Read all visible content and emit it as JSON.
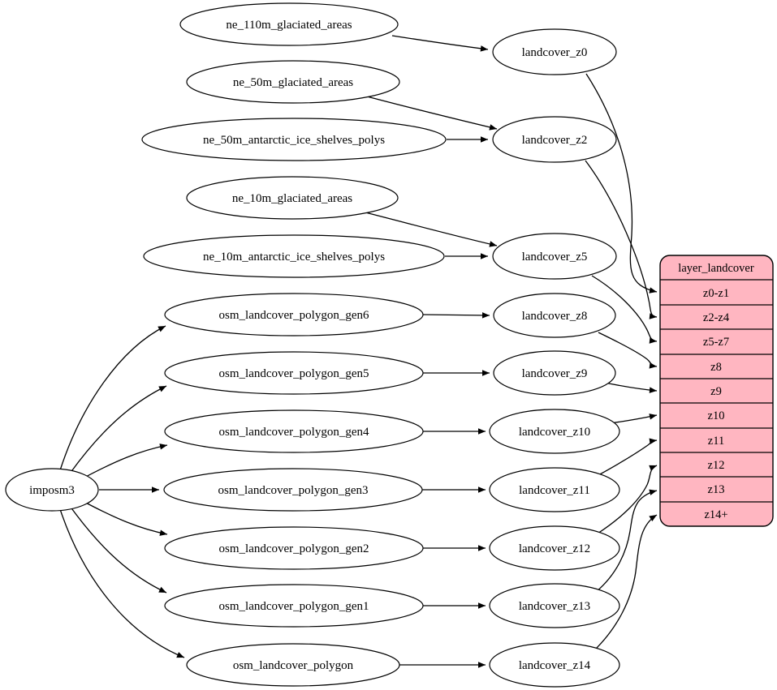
{
  "nodes": {
    "importer": {
      "label": "imposm3"
    },
    "sources": [
      "ne_110m_glaciated_areas",
      "ne_50m_glaciated_areas",
      "ne_50m_antarctic_ice_shelves_polys",
      "ne_10m_glaciated_areas",
      "ne_10m_antarctic_ice_shelves_polys",
      "osm_landcover_polygon_gen6",
      "osm_landcover_polygon_gen5",
      "osm_landcover_polygon_gen4",
      "osm_landcover_polygon_gen3",
      "osm_landcover_polygon_gen2",
      "osm_landcover_polygon_gen1",
      "osm_landcover_polygon"
    ],
    "intermediates": [
      "landcover_z0",
      "landcover_z2",
      "landcover_z5",
      "landcover_z8",
      "landcover_z9",
      "landcover_z10",
      "landcover_z11",
      "landcover_z12",
      "landcover_z13",
      "landcover_z14"
    ],
    "table": {
      "title": "layer_landcover",
      "rows": [
        "z0-z1",
        "z2-z4",
        "z5-z7",
        "z8",
        "z9",
        "z10",
        "z11",
        "z12",
        "z13",
        "z14+"
      ]
    }
  },
  "edges": [
    {
      "from": "imposm3",
      "to": "osm_landcover_polygon_gen6"
    },
    {
      "from": "imposm3",
      "to": "osm_landcover_polygon_gen5"
    },
    {
      "from": "imposm3",
      "to": "osm_landcover_polygon_gen4"
    },
    {
      "from": "imposm3",
      "to": "osm_landcover_polygon_gen3"
    },
    {
      "from": "imposm3",
      "to": "osm_landcover_polygon_gen2"
    },
    {
      "from": "imposm3",
      "to": "osm_landcover_polygon_gen1"
    },
    {
      "from": "imposm3",
      "to": "osm_landcover_polygon"
    },
    {
      "from": "ne_110m_glaciated_areas",
      "to": "landcover_z0"
    },
    {
      "from": "ne_50m_glaciated_areas",
      "to": "landcover_z2"
    },
    {
      "from": "ne_50m_antarctic_ice_shelves_polys",
      "to": "landcover_z2"
    },
    {
      "from": "ne_10m_glaciated_areas",
      "to": "landcover_z5"
    },
    {
      "from": "ne_10m_antarctic_ice_shelves_polys",
      "to": "landcover_z5"
    },
    {
      "from": "osm_landcover_polygon_gen6",
      "to": "landcover_z8"
    },
    {
      "from": "osm_landcover_polygon_gen5",
      "to": "landcover_z9"
    },
    {
      "from": "osm_landcover_polygon_gen4",
      "to": "landcover_z10"
    },
    {
      "from": "osm_landcover_polygon_gen3",
      "to": "landcover_z11"
    },
    {
      "from": "osm_landcover_polygon_gen2",
      "to": "landcover_z12"
    },
    {
      "from": "osm_landcover_polygon_gen1",
      "to": "landcover_z13"
    },
    {
      "from": "osm_landcover_polygon",
      "to": "landcover_z14"
    },
    {
      "from": "landcover_z0",
      "to": "layer_landcover.z0-z1"
    },
    {
      "from": "landcover_z2",
      "to": "layer_landcover.z2-z4"
    },
    {
      "from": "landcover_z5",
      "to": "layer_landcover.z5-z7"
    },
    {
      "from": "landcover_z8",
      "to": "layer_landcover.z8"
    },
    {
      "from": "landcover_z9",
      "to": "layer_landcover.z9"
    },
    {
      "from": "landcover_z10",
      "to": "layer_landcover.z10"
    },
    {
      "from": "landcover_z11",
      "to": "layer_landcover.z11"
    },
    {
      "from": "landcover_z12",
      "to": "layer_landcover.z12"
    },
    {
      "from": "landcover_z13",
      "to": "layer_landcover.z13"
    },
    {
      "from": "landcover_z14",
      "to": "layer_landcover.z14+"
    }
  ],
  "colors": {
    "table_fill": "#ffb6c1",
    "node_fill": "#ffffff",
    "stroke": "#000000",
    "text": "#000000",
    "background": "#ffffff"
  }
}
